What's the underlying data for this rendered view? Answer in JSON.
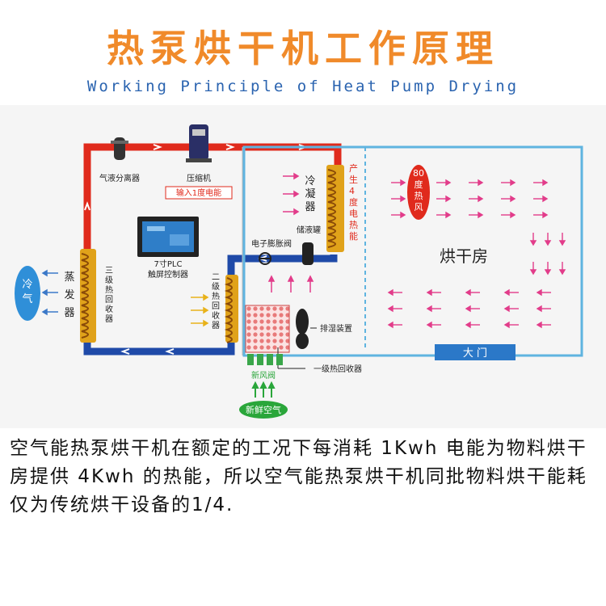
{
  "title": "热泵烘干机工作原理",
  "subtitle": "Working Principle of Heat Pump Drying",
  "labels": {
    "gas_liquid_separator": "气液分离器",
    "compressor": "压缩机",
    "input_energy": "输入1度电能",
    "evaporator": "蒸发器",
    "cold_air": "冷气",
    "plc": "7寸PLC",
    "plc_sub": "触屏控制器",
    "tertiary_recovery": "三级热回收器",
    "secondary_recovery": "二级热回收器",
    "condenser": "冷凝器",
    "produce_heat": "产生4度电热能",
    "hot_air": "80度热风",
    "drying_room": "烘干房",
    "expansion_valve": "电子膨胀阀",
    "liquid_tank": "储液罐",
    "dehumidifier": "排湿装置",
    "primary_recovery": "一级热回收器",
    "fresh_air_valve": "新风阀",
    "fresh_air": "新鲜空气",
    "gate": "大 门"
  },
  "description": "空气能热泵烘干机在额定的工况下每消耗 1Kwh 电能为物料烘干房提供 4Kwh 的热能，所以空气能热泵烘干机同批物料烘干能耗仅为传统烘干设备的1/4.",
  "colors": {
    "hot_pipe": "#e02a1c",
    "cold_pipe": "#1f4aa8",
    "room_border": "#5fb4e0",
    "coil": "#e0a21a",
    "title": "#f08a2a",
    "arrow_pink": "#e23c8a",
    "arrow_yellow": "#e8b21a",
    "arrow_blue": "#3b78c8",
    "arrow_green": "#2aa63a"
  },
  "icons": [
    "compressor-icon",
    "separator-icon",
    "plc-screen-icon",
    "coil-icon",
    "tank-icon",
    "valve-icon",
    "fan-icon"
  ]
}
